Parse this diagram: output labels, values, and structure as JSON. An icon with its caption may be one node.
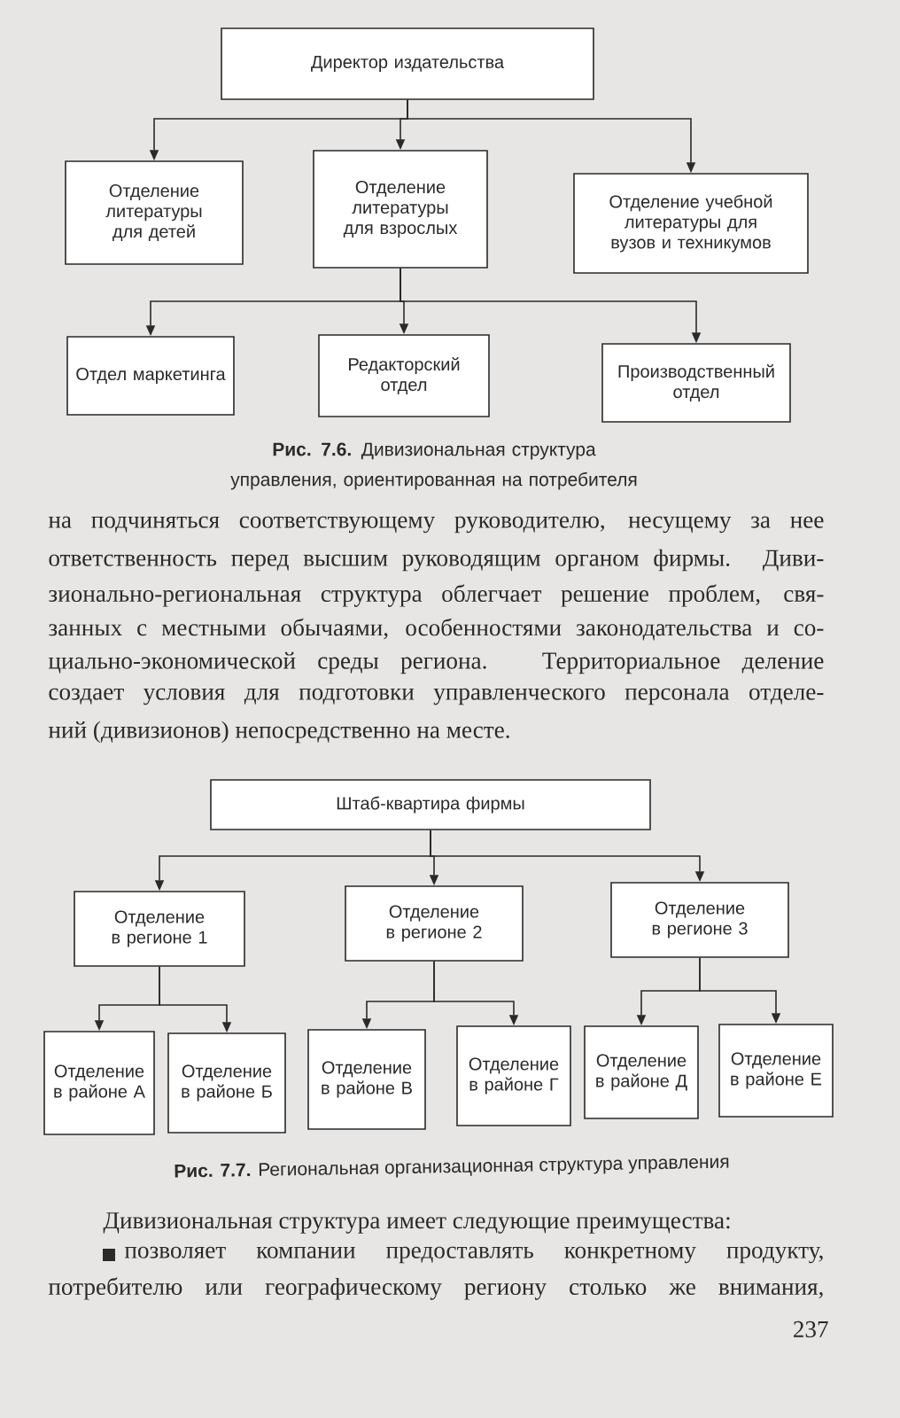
{
  "diagram": {
    "nodes": [
      {
        "text": [
          "Директор издательства"
        ]
      },
      {
        "text": [
          "Отделение литературы для детей"
        ]
      },
      {
        "text": [
          "Отделение литературы для взрослых"
        ]
      },
      {
        "text": [
          "Отделение учебной литературы для вузов и техникумов"
        ]
      },
      {
        "text": [
          "Отдел маркетинга"
        ]
      },
      {
        "text": [
          "Редакторский отдел"
        ]
      },
      {
        "text": [
          "Производственный отдел"
        ]
      },
      {
        "text": [
          "Штаб-квартира фирмы"
        ]
      },
      {
        "text": [
          "Отделение в регионе 1"
        ]
      },
      {
        "text": [
          "Отделение в регионе 2"
        ]
      },
      {
        "text": [
          "Отделение в регионе 3"
        ]
      },
      {
        "text": [
          "Отделение в районе А"
        ]
      },
      {
        "text": [
          "Отделение в районе Б"
        ]
      },
      {
        "text": [
          "Отделение в районе В"
        ]
      },
      {
        "text": [
          "Отделение в районе Г"
        ]
      },
      {
        "text": [
          "Отделение в районе Д"
        ]
      },
      {
        "text": [
          "Отделение в районе Е"
        ]
      }
    ],
    "edges": [
      {
        "from": 0,
        "to": 1,
        "arrow": "to"
      },
      {
        "from": 0,
        "to": 2,
        "arrow": "to"
      },
      {
        "from": 0,
        "to": 3,
        "arrow": "to"
      },
      {
        "from": 2,
        "to": 4,
        "arrow": "to"
      },
      {
        "from": 2,
        "to": 5,
        "arrow": "to"
      },
      {
        "from": 2,
        "to": 6,
        "arrow": "to"
      },
      {
        "from": 7,
        "to": 8,
        "arrow": "to"
      },
      {
        "from": 7,
        "to": 9,
        "arrow": "to"
      },
      {
        "from": 7,
        "to": 10,
        "arrow": "to"
      },
      {
        "from": 8,
        "to": 11,
        "arrow": "to"
      },
      {
        "from": 8,
        "to": 12,
        "arrow": "to"
      },
      {
        "from": 9,
        "to": 13,
        "arrow": "to"
      },
      {
        "from": 9,
        "to": 14,
        "arrow": "to"
      },
      {
        "from": 10,
        "to": 15,
        "arrow": "to"
      },
      {
        "from": 10,
        "to": 16,
        "arrow": "to"
      }
    ],
    "labels": [
      "**Рис. 7.6.** Дивизиональная структура управления, ориентированная на потребителя",
      "на подчиняться соответствующему руководителю, несущему за нее",
      "ответственность перед высшим руководящим органом фирмы. Диви-",
      "зионально-региональная структура облегчает решение проблем, свя-",
      "занных с местными обычаями, особенностями законодательства и со-",
      "циально-экономической среды региона. Территориальное деление",
      "создает условия для подготовки управленческого персонала отделе-",
      "ний (дивизионов) непосредственно на месте.",
      "**Рис. 7.7.** Региональная организационная структура управления",
      "Дивизиональная структура имеет следующие преимущества:",
      "позволяет компании предоставлять конкретному продукту,",
      "потребителю или географическому региону столько же внимания,",
      "237"
    ]
  }
}
